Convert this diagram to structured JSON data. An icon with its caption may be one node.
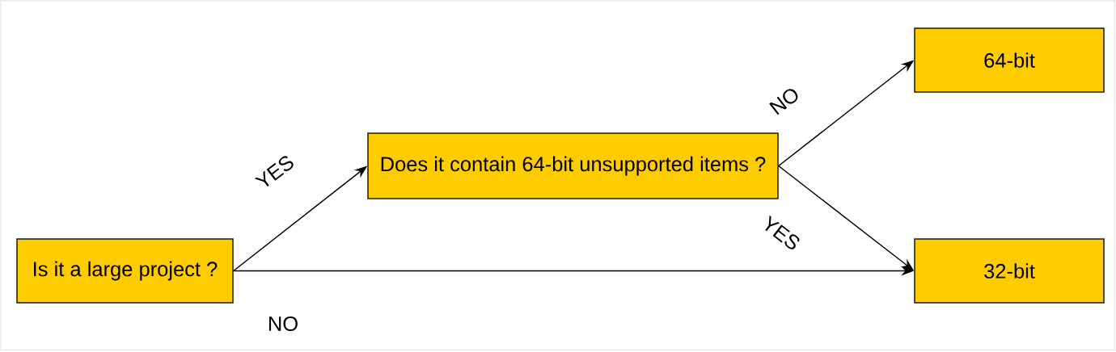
{
  "diagram": {
    "nodes": [
      {
        "text": [
          "Is it a large project ?"
        ]
      },
      {
        "text": [
          "Does it contain 64-bit unsupported items ?"
        ]
      },
      {
        "text": [
          "64-bit"
        ]
      },
      {
        "text": [
          "32-bit"
        ]
      }
    ],
    "edges": [
      {
        "from": 0,
        "to": 1,
        "arrow": "to",
        "label": "YES"
      },
      {
        "from": 0,
        "to": 3,
        "arrow": "to",
        "label": "NO"
      },
      {
        "from": 1,
        "to": 2,
        "arrow": "to",
        "label": "NO"
      },
      {
        "from": 1,
        "to": 3,
        "arrow": "to",
        "label": "YES"
      }
    ]
  }
}
